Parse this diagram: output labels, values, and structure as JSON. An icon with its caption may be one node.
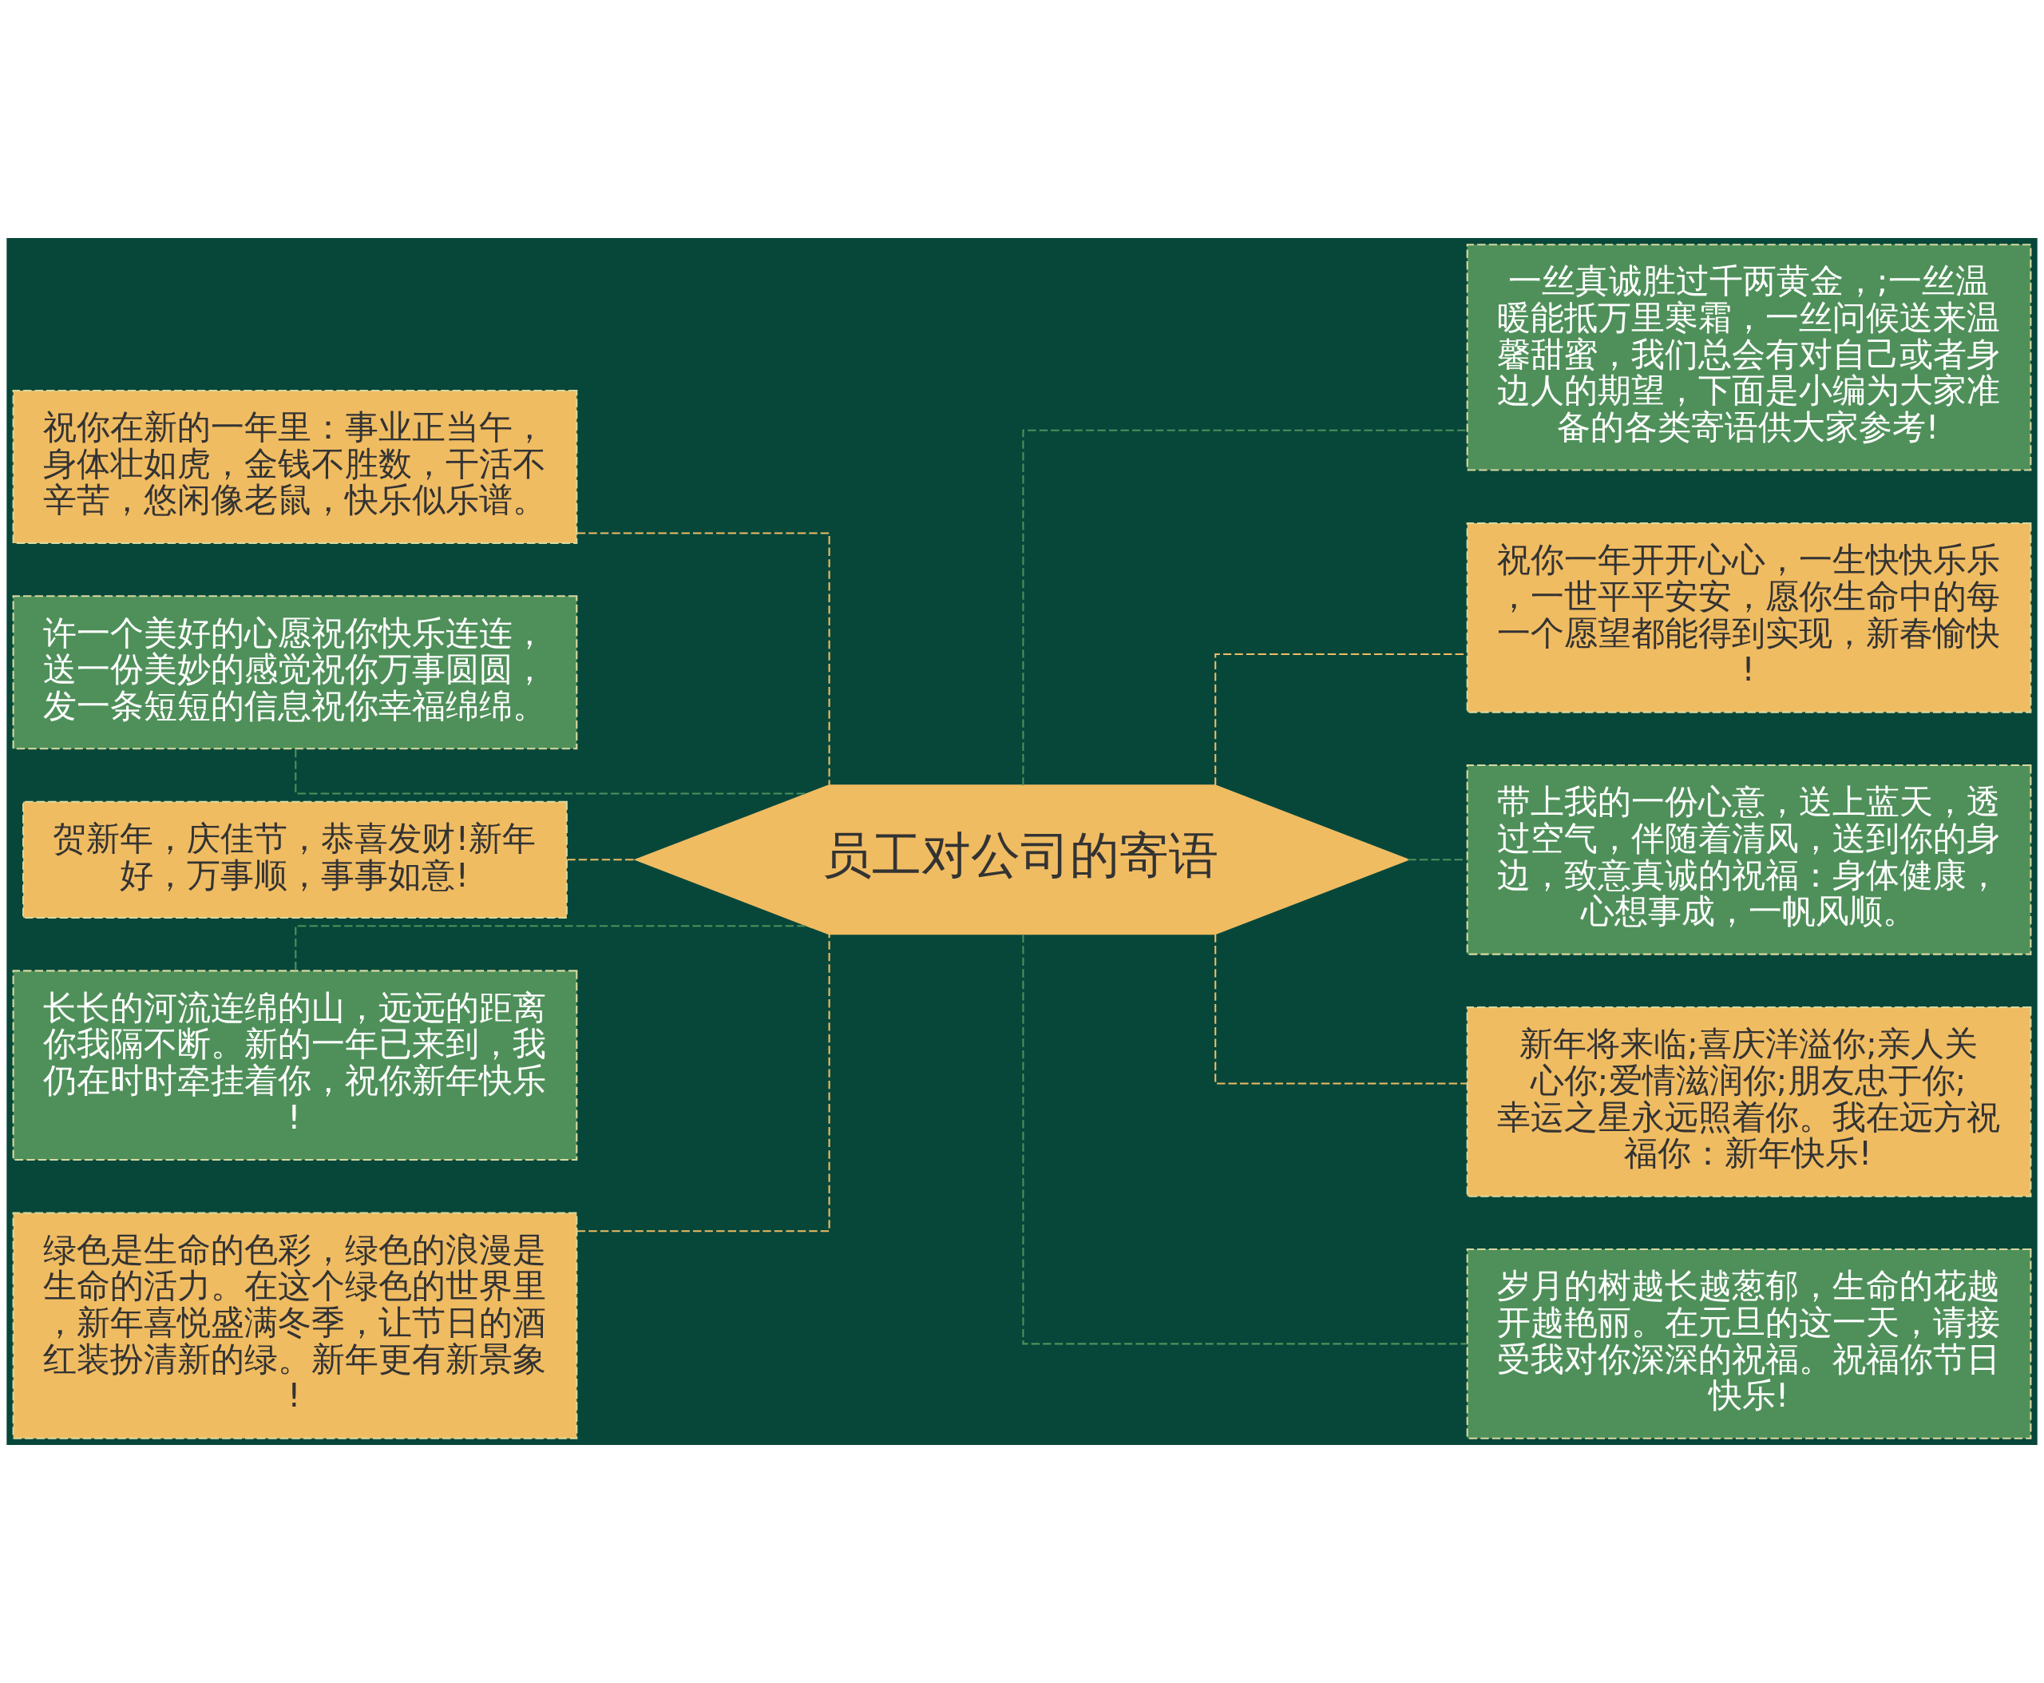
{
  "diagram": {
    "nodes": [
      {
        "text": [
          "员工对公司的寄语"
        ]
      },
      {
        "text": [
          "祝你在新的一年里：事业正当午，身体壮如虎，金钱不胜数，干活不辛苦，悠闲像老鼠，快乐似乐谱。"
        ]
      },
      {
        "text": [
          "许一个美好的心愿祝你快乐连连，送一份美妙的感觉祝你万事圆圆，发一条短短的信息祝你幸福绵绵。"
        ]
      },
      {
        "text": [
          "贺新年，庆佳节，恭喜发财!新年好，万事顺，事事如意!"
        ]
      },
      {
        "text": [
          "长长的河流连绵的山，远远的距离你我隔不断。新的一年已来到，我仍在时时牵挂着你，祝你新年快乐!"
        ]
      },
      {
        "text": [
          "绿色是生命的色彩，绿色的浪漫是生命的活力。在这个绿色的世界里，新年喜悦盛满冬季，让节日的酒红装扮清新的绿。新年更有新景象!"
        ]
      },
      {
        "text": [
          "一丝真诚胜过千两黄金，;一丝温暖能抵万里寒霜，一丝问候送来温馨甜蜜，我们总会有对自己或者身边人的期望，下面是小编为大家准备的各类寄语供大家参考!"
        ]
      },
      {
        "text": [
          "祝你一年开开心心，一生快快乐乐，一世平平安安，愿你生命中的每一个愿望都能得到实现，新春愉快!"
        ]
      },
      {
        "text": [
          "带上我的一份心意，送上蓝天，透过空气，伴随着清风，送到你的身边，致意真诚的祝福：身体健康，心想事成，一帆风顺。"
        ]
      },
      {
        "text": [
          "新年将来临;喜庆洋溢你;亲人关心你;爱情滋润你;朋友忠于你;幸运之星永远照着你。我在远方祝福你：新年快乐!"
        ]
      },
      {
        "text": [
          "岁月的树越长越葱郁，生命的花越开越艳丽。在元旦的这一天，请接受我对你深深的祝福。祝福你节日快乐!"
        ]
      }
    ],
    "edges": [
      {
        "from": 0,
        "to": 1,
        "arrow": "none",
        "style": "dashed",
        "color": "#f0bc62"
      },
      {
        "from": 0,
        "to": 2,
        "arrow": "none",
        "style": "dashed",
        "color": "#4f905a"
      },
      {
        "from": 0,
        "to": 3,
        "arrow": "none",
        "style": "dashed",
        "color": "#f0bc62"
      },
      {
        "from": 0,
        "to": 4,
        "arrow": "none",
        "style": "dashed",
        "color": "#4f905a"
      },
      {
        "from": 0,
        "to": 5,
        "arrow": "none",
        "style": "dashed",
        "color": "#f0bc62"
      },
      {
        "from": 0,
        "to": 6,
        "arrow": "none",
        "style": "dashed",
        "color": "#4f905a"
      },
      {
        "from": 0,
        "to": 7,
        "arrow": "none",
        "style": "dashed",
        "color": "#f0bc62"
      },
      {
        "from": 0,
        "to": 8,
        "arrow": "none",
        "style": "dashed",
        "color": "#4f905a"
      },
      {
        "from": 0,
        "to": 9,
        "arrow": "none",
        "style": "dashed",
        "color": "#f0bc62"
      },
      {
        "from": 0,
        "to": 10,
        "arrow": "none",
        "style": "dashed",
        "color": "#4f905a"
      }
    ]
  }
}
